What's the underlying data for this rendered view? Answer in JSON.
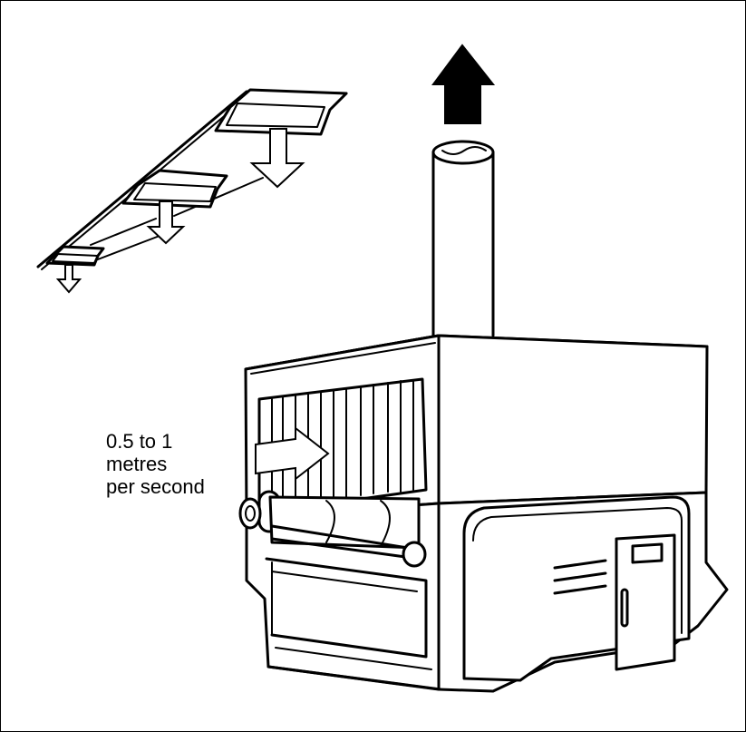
{
  "airflow_label": {
    "line1": "0.5 to 1",
    "line2": "metres",
    "line3": "per second"
  }
}
